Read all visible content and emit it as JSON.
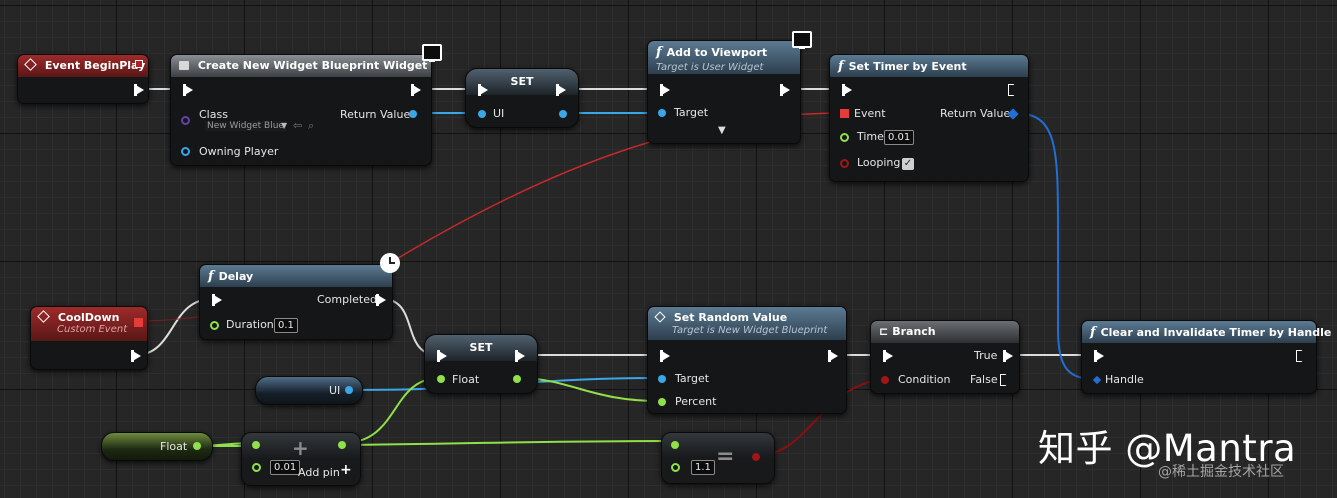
{
  "nodes": {
    "event_beginplay": {
      "title": "Event BeginPlay"
    },
    "create_widget": {
      "title": "Create New Widget Blueprint Widget",
      "class_label": "Class",
      "class_value": "New Widget Blue",
      "owning_player": "Owning Player",
      "return_value": "Return Value"
    },
    "set_ui": {
      "title": "SET",
      "pin": "UI"
    },
    "add_viewport": {
      "title": "Add to Viewport",
      "subtitle": "Target is User Widget",
      "target": "Target"
    },
    "set_timer": {
      "title": "Set Timer by Event",
      "event": "Event",
      "return_value": "Return Value",
      "time": "Time",
      "time_value": "0.01",
      "looping": "Looping",
      "looping_checked": "✓"
    },
    "cooldown": {
      "title": "CoolDown",
      "subtitle": "Custom Event"
    },
    "delay": {
      "title": "Delay",
      "completed": "Completed",
      "duration": "Duration",
      "duration_value": "0.1"
    },
    "set_float": {
      "title": "SET",
      "pin": "Float"
    },
    "ui_getter": {
      "label": "UI"
    },
    "float_getter": {
      "label": "Float"
    },
    "add_node": {
      "value": "0.01",
      "add_pin": "Add pin",
      "op": "+",
      "add_icon": "+"
    },
    "set_random": {
      "title": "Set Random Value",
      "subtitle": "Target is New Widget Blueprint",
      "target": "Target",
      "percent": "Percent"
    },
    "branch": {
      "title": "Branch",
      "condition": "Condition",
      "true_label": "True",
      "false_label": "False"
    },
    "equal_node": {
      "value": "1.1",
      "op": "="
    },
    "clear_timer": {
      "title": "Clear and Invalidate Timer by Handle",
      "handle": "Handle"
    }
  },
  "watermark": {
    "main": "知乎 @Mantra",
    "sub": "@稀土掘金技术社区"
  },
  "colors": {
    "exec": "#ffffff",
    "object": "#3aa7e8",
    "class": "#6a3fa8",
    "float": "#8fe04a",
    "bool": "#a01515",
    "delegate": "#e53b3b",
    "handle": "#1f6fd6",
    "background": "#262626"
  }
}
